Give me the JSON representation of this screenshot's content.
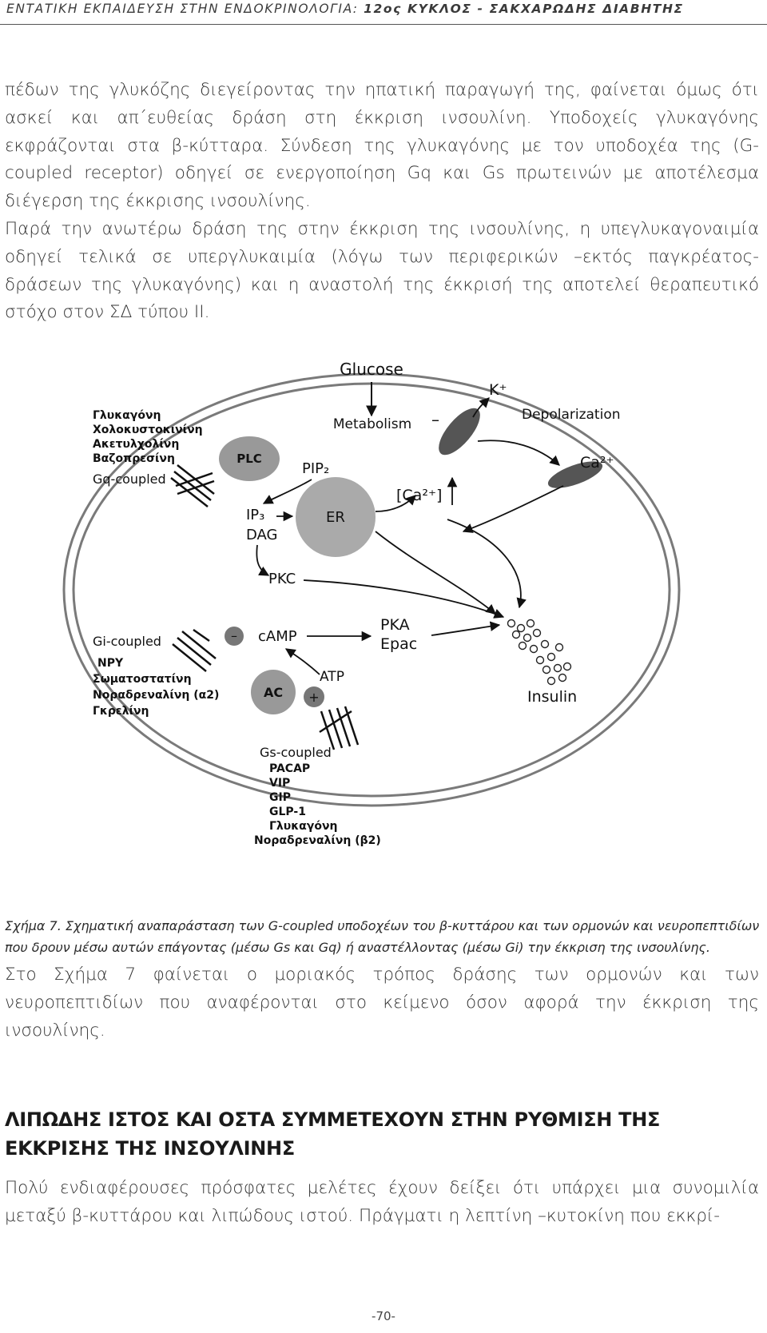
{
  "header": {
    "running_title_part1": "ΕΝΤΑΤΙΚΗ ΕΚΠΑΙΔΕΥΣΗ ΣΤΗΝ ΕΝΔΟΚΡΙΝΟΛΟΓΙΑ: ",
    "running_title_part2": "12ος ΚΥΚΛΟΣ - ΣΑΚΧΑΡΩΔΗΣ ΔΙΑΒΗΤΗΣ"
  },
  "paragraphs": [
    "πέδων της γλυκόζης διεγείροντας την ηπατική παραγωγή της, φαίνεται όμως ότι ασκεί και απ΄ευθείας δράση στη έκκριση ινσουλίνη. Υποδοχείς γλυκαγόνης εκφράζονται στα β-κύτταρα. Σύνδεση της γλυκαγόνης με τον υποδοχέα της (G-coupled receptor) οδηγεί σε ενεργοποίηση Gq και Gs πρωτεινών με αποτέλεσμα διέγερση της έκκρισης ινσουλίνης.",
    "Παρά την ανωτέρω δράση της στην έκκριση της ινσουλίνης, η υπεγλυκαγοναιμία οδηγεί τελικά σε υπεργλυκαιμία (λόγω των περιφερικών –εκτός παγκρέατος- δράσεων της γλυκαγόνης) και η αναστολή της έκκρισή της αποτελεί θεραπευτικό στόχο στον ΣΔ τύπου ΙΙ.",
    "Στο Σχήμα 7 φαίνεται ο μοριακός τρόπος δράσης των ορμονών και των νευροπεπτιδίων που αναφέρονται στο κείμενο όσον αφορά την έκκριση της ινσουλίνης.",
    "Πολύ ενδιαφέρουσες πρόσφατες μελέτες έχουν δείξει ότι υπάρχει μια συνομιλία μεταξύ β-κυττάρου και λιπώδους ιστού. Πράγματι η λεπτίνη –κυτοκίνη που εκκρί-"
  ],
  "figure": {
    "glucose": "Glucose",
    "metabolism": "Metabolism",
    "minus_sign": "–",
    "k_plus": "K⁺",
    "depolarization": "Depolarization",
    "ca_external": "Ca²⁺",
    "ca_internal": "[Ca²⁺]",
    "plc": "PLC",
    "pip2": "PIP₂",
    "ip3": "IP₃",
    "dag": "DAG",
    "er": "ER",
    "pkc": "PKC",
    "camp": "cAMP",
    "pka": "PKA",
    "epac": "Epac",
    "atp": "ATP",
    "ac": "AC",
    "plus_sign": "+",
    "minus_node": "–",
    "insulin": "Insulin",
    "gq_group": {
      "items": [
        "Γλυκαγόνη",
        "Χολοκυστοκινίνη",
        "Ακετυλχολίνη",
        "Βαζοπρεσίνη"
      ],
      "label": "Gq-coupled"
    },
    "gi_group": {
      "label": "Gi-coupled",
      "items": [
        "NPY",
        "Σωματοστατίνη",
        "Νοραδρεναλίνη (α2)",
        "Γκρελίνη"
      ]
    },
    "gs_group": {
      "label": "Gs-coupled",
      "items": [
        "PACAP",
        "VIP",
        "GIP",
        "GLP-1",
        "Γλυκαγόνη",
        "Νοραδρεναλίνη (β2)"
      ]
    }
  },
  "caption": "Σχήμα 7. Σχηματική αναπαράσταση των G-coupled υποδοχέων του β-κυττάρου και των ορμονών και νευροπεπτιδίων που δρουν μέσω αυτών επάγοντας (μέσω Gs και Gq) ή αναστέλλοντας (μέσω Gi) την έκκριση της ινσουλίνης.",
  "section_heading": "ΛΙΠΩΔΗΣ ΙΣΤΟΣ ΚΑΙ ΟΣΤΑ ΣΥΜΜΕΤΕΧΟΥΝ ΣΤΗΝ ΡΥΘΜΙΣΗ ΤΗΣ ΕΚΚΡΙΣΗΣ ΤΗΣ ΙΝΣΟΥΛΙΝΗΣ",
  "page_number": "-70-"
}
